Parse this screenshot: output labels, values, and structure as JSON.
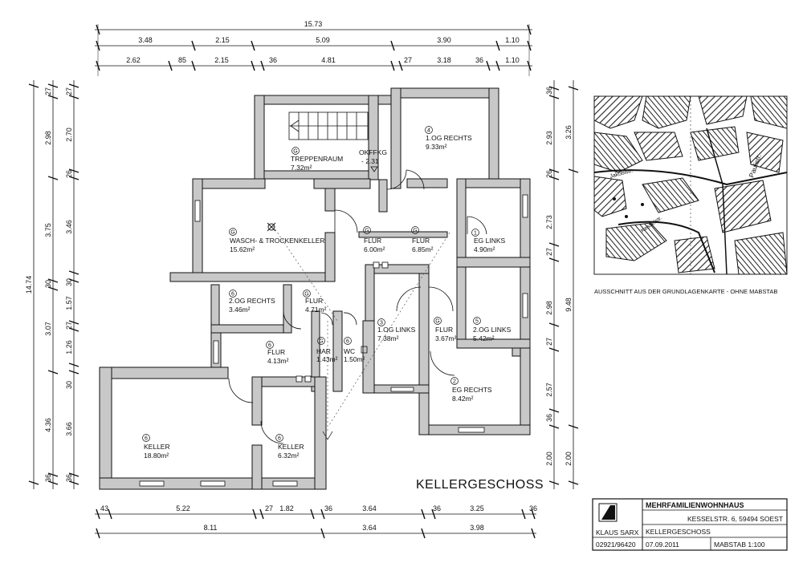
{
  "drawing": {
    "floor_title": "KELLERGESCHOSS",
    "map_caption": "AUSSCHNITT AUS DER GRUNDLAGENKARTE - OHNE MABSTAB",
    "map_streets": [
      "Paulistr.",
      "Jakobistr.",
      "Kesselstr."
    ]
  },
  "dims": {
    "top_total": "15.73",
    "top_row1": [
      "3.48",
      "2.15",
      "5.09",
      "3.90",
      "1.10"
    ],
    "top_row2": [
      "2.62",
      "85",
      "2.15",
      "36",
      "4.81",
      "27",
      "3.18",
      "36",
      "1.10"
    ],
    "left_total": "14.74",
    "left_outer": [
      "27",
      "2.98",
      "3.75",
      "30",
      "3.07",
      "4.36",
      "36"
    ],
    "left_inner": [
      "27",
      "2.70",
      "26",
      "3.46",
      "30",
      "1.57",
      "27",
      "1.26",
      "30",
      "3.66",
      "36"
    ],
    "right_outer": [
      "36",
      "2.93",
      "26",
      "2.73",
      "27",
      "2.98",
      "27",
      "2.57",
      "36",
      "2.00"
    ],
    "right_inner": [
      "3.26",
      "9.48",
      "2.00"
    ],
    "bottom_row1": [
      "43",
      "5.22",
      "27",
      "1.82",
      "36",
      "3.64",
      "36",
      "3.25",
      "36"
    ],
    "bottom_row2": [
      "8.11",
      "3.64",
      "3.98"
    ]
  },
  "rooms": [
    {
      "tag": "G",
      "name": "TREPPENRAUM",
      "area": "7.32m²"
    },
    {
      "tag": "4",
      "name": "1.OG RECHTS",
      "area": "9.33m²"
    },
    {
      "tag": "G",
      "name": "WASCH- & TROCKENKELLER",
      "area": "15.62m²"
    },
    {
      "tag": "G",
      "name": "FLUR",
      "area": "6.00m²"
    },
    {
      "tag": "G",
      "name": "FLUR",
      "area": "6.85m²"
    },
    {
      "tag": "1",
      "name": "EG LINKS",
      "area": "4.90m²"
    },
    {
      "tag": "6",
      "name": "2.OG RECHTS",
      "area": "3.46m²"
    },
    {
      "tag": "G",
      "name": "FLUR",
      "area": "4.71m²"
    },
    {
      "tag": "3",
      "name": "1.OG LINKS",
      "area": "7.38m²"
    },
    {
      "tag": "G",
      "name": "FLUR",
      "area": "3.67m²"
    },
    {
      "tag": "5",
      "name": "2.OG LINKS",
      "area": "5.42m²"
    },
    {
      "tag": "6",
      "name": "FLUR",
      "area": "4.13m²"
    },
    {
      "tag": "G",
      "name": "HAR",
      "area": "1.43m²"
    },
    {
      "tag": "6",
      "name": "WC",
      "area": "1.50m²"
    },
    {
      "tag": "2",
      "name": "EG RECHTS",
      "area": "8.42m²"
    },
    {
      "tag": "6",
      "name": "KELLER",
      "area": "18.80m²"
    },
    {
      "tag": "6",
      "name": "KELLER",
      "area": "6.32m²"
    }
  ],
  "okffkg": {
    "label": "OKFFKG",
    "value": "- 2.31"
  },
  "titleblock": {
    "project": "MEHRFAMILIENWOHNHAUS",
    "address": "KESSELSTR. 6, 59494 SOEST",
    "plan": "KELLERGESCHOSS",
    "author": "KLAUS SARX",
    "phone": "02921/96420",
    "date": "07.09.2011",
    "scale": "MABSTAB 1:100"
  }
}
